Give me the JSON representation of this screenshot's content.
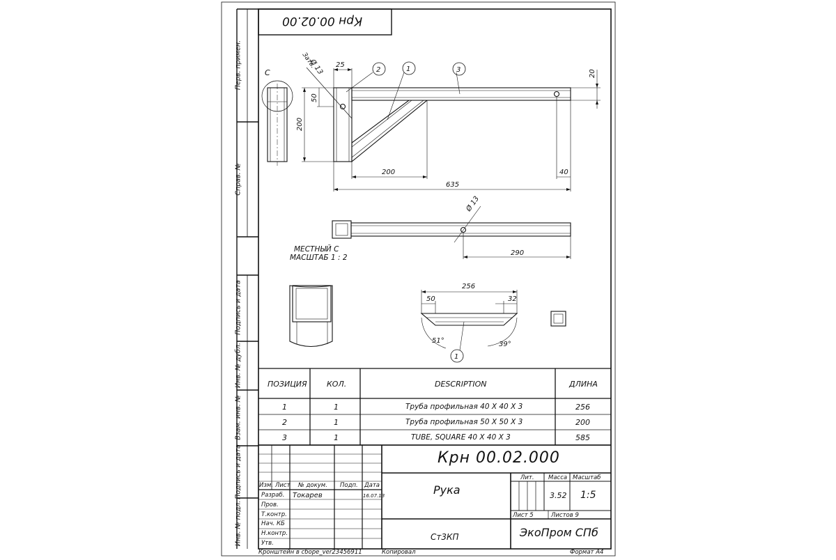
{
  "stamp_top": "Крн 00.02.00",
  "side_labels": [
    "Перв. примен.",
    "Справ. №",
    "Подпись и дата",
    "Инв. № дубл.",
    "Взам. инв. №",
    "Подпись и дата",
    "Инв. № подл."
  ],
  "dimensions": {
    "d13_top": "Ø 13",
    "zamk": "Затв.",
    "d25": "25",
    "d50": "50",
    "d200_v": "200",
    "d20": "20",
    "d200_h": "200",
    "d40": "40",
    "d635": "635",
    "d13_mid": "Ø 13",
    "d290": "290",
    "d256": "256",
    "d50_b": "50",
    "d32": "32",
    "a51": "51°",
    "a39": "39°"
  },
  "callouts": [
    "2",
    "1",
    "3",
    "1"
  ],
  "section_mark": "C",
  "local_view": {
    "line1": "МЕСТНЫЙ С",
    "line2": "МАСШТАБ 1 : 2"
  },
  "spec_table": {
    "headers": [
      "ПОЗИЦИЯ",
      "КОЛ.",
      "DESCRIPTION",
      "ДЛИНА"
    ],
    "rows": [
      [
        "1",
        "1",
        "Труба профильная 40 X 40 X 3",
        "256"
      ],
      [
        "2",
        "1",
        "Труба профильная 50 X 50 X 3",
        "200"
      ],
      [
        "3",
        "1",
        "TUBE, SQUARE 40 X 40 X 3",
        "585"
      ]
    ]
  },
  "title_block": {
    "designation": "Крн 00.02.000",
    "name": "Рука",
    "material": "Ст3КП",
    "org": "ЭкоПром СПб",
    "hdr_izm": "Изм.",
    "hdr_list": "Лист",
    "hdr_doc": "№ докум.",
    "hdr_podp": "Подп.",
    "hdr_data": "Дата",
    "razrab_label": "Разраб.",
    "razrab_name": "Токарев",
    "razrab_date": "16.07.13",
    "prov": "Пров.",
    "tkontr": "Т.контр.",
    "nach": "Нач. КБ",
    "nkontr": "Н.контр.",
    "utv": "Утв.",
    "lit_label": "Лит.",
    "massa_label": "Масса",
    "massa": "3.52",
    "scale_label": "Масштаб",
    "scale": "1:5",
    "sheet": "Лист 5",
    "sheets": "Листов 9"
  },
  "footer": {
    "file": "Кронштейн в сборе_ver23456911",
    "copied": "Копировал",
    "format": "Формат А4"
  }
}
